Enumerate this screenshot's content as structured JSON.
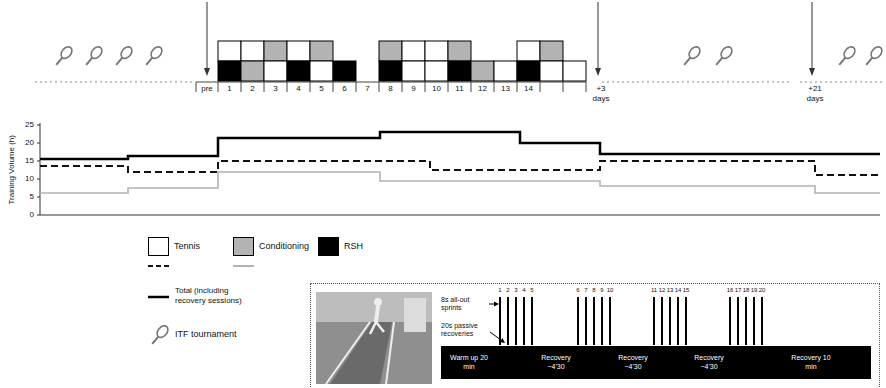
{
  "diagram": {
    "nodes": [
      {
        "text": [
          "8s all-out sprints",
          "20s passive recoveries"
        ]
      },
      {
        "text": [
          "Warm up 20 min",
          "Recovery ~4'30",
          "Recovery ~4'30",
          "Recovery ~4'30",
          "Recovery 10 min"
        ],
        "in": 0
      }
    ],
    "labels": [
      "pre",
      "1",
      "2",
      "3",
      "4",
      "5",
      "6",
      "7",
      "8",
      "9",
      "10",
      "11",
      "12",
      "13",
      "14",
      "+3 days",
      "+21 days",
      "Training Volume (h)",
      "25",
      "20",
      "15",
      "10",
      "5",
      "0",
      "1",
      "2",
      "3",
      "4",
      "5",
      "6",
      "7",
      "8",
      "9",
      "10",
      "11",
      "12",
      "13",
      "14",
      "15",
      "16",
      "17",
      "18",
      "19",
      "20"
    ],
    "legend": [
      {
        "text": "Tennis",
        "color": "#ffffff"
      },
      {
        "text": "Conditioning",
        "color": "#b3b3b3"
      },
      {
        "text": "RSH",
        "color": "#000000"
      },
      {
        "text": "Total (including recovery sessions)"
      },
      {
        "text": "ITF tournament"
      }
    ]
  }
}
